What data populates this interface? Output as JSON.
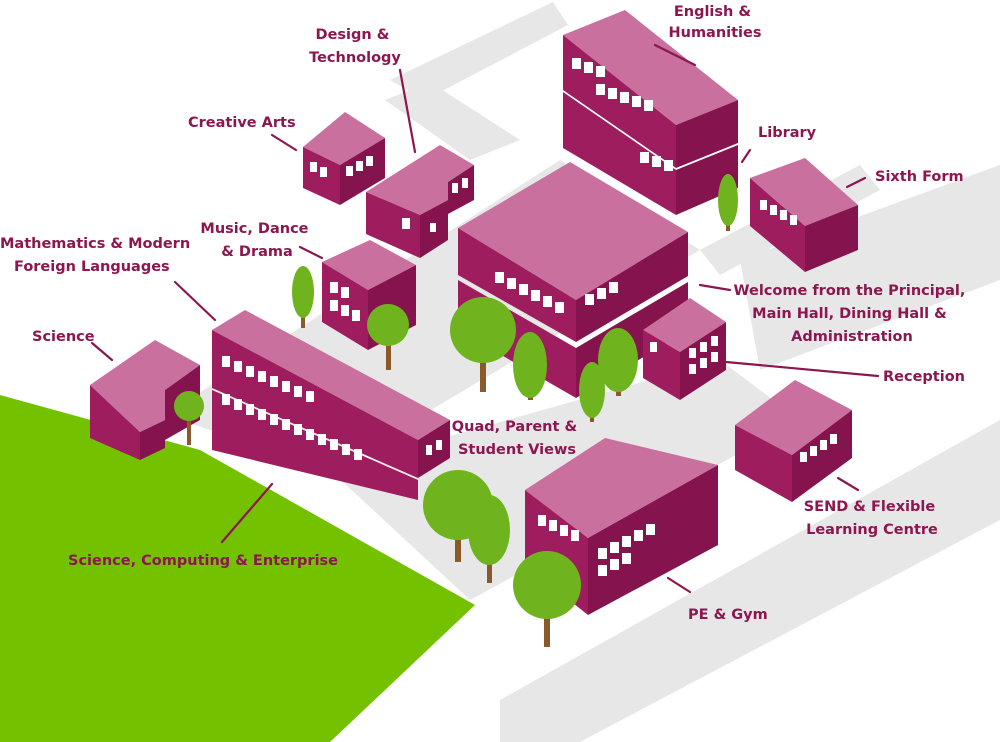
{
  "colors": {
    "label": "#8c1750",
    "building_top": "#c9709f",
    "building_left": "#9e1d5f",
    "building_right": "#85144e",
    "ground": "#e7e7e7",
    "grass": "#74c100",
    "window": "#ffffff",
    "tree_leaf": "#6fb41e",
    "tree_trunk": "#8b5a2b"
  },
  "labels": [
    {
      "id": "english-humanities",
      "lines": [
        "English &",
        "Humanities"
      ]
    },
    {
      "id": "design-technology",
      "lines": [
        "Design &",
        "Technology"
      ]
    },
    {
      "id": "creative-arts",
      "lines": [
        "Creative Arts"
      ]
    },
    {
      "id": "library",
      "lines": [
        "Library"
      ]
    },
    {
      "id": "sixth-form",
      "lines": [
        "Sixth Form"
      ]
    },
    {
      "id": "music-dance-drama",
      "lines": [
        "Music, Dance",
        "& Drama"
      ]
    },
    {
      "id": "maths-mfl",
      "lines": [
        "Mathematics & Modern",
        "Foreign Languages"
      ]
    },
    {
      "id": "welcome-principal",
      "lines": [
        "Welcome from the Principal,",
        "Main Hall, Dining Hall &",
        "Administration"
      ]
    },
    {
      "id": "science",
      "lines": [
        "Science"
      ]
    },
    {
      "id": "reception",
      "lines": [
        "Reception"
      ]
    },
    {
      "id": "quad-views",
      "lines": [
        "Quad, Parent &",
        "Student Views"
      ]
    },
    {
      "id": "send-flexible",
      "lines": [
        "SEND & Flexible",
        "Learning Centre"
      ]
    },
    {
      "id": "science-computing-enterprise",
      "lines": [
        "Science, Computing & Enterprise"
      ]
    },
    {
      "id": "pe-gym",
      "lines": [
        "PE & Gym"
      ]
    }
  ]
}
